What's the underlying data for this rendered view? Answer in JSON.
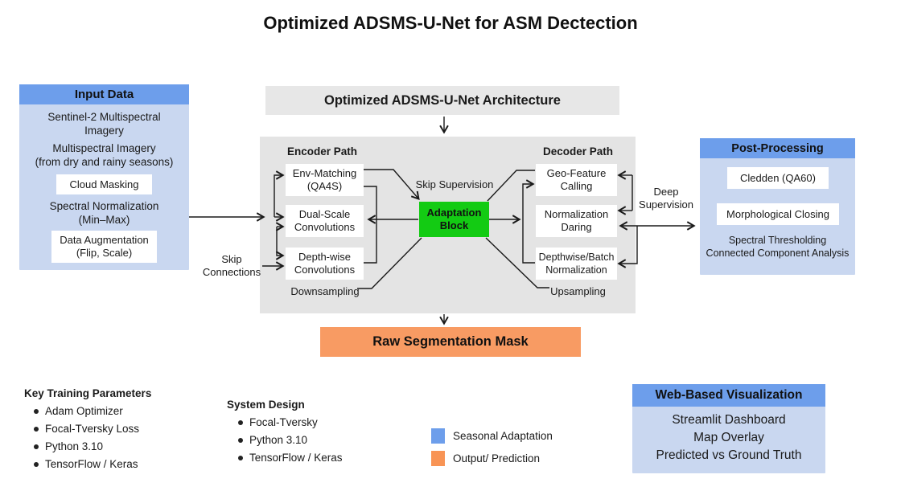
{
  "title": "Optimized ADSMS-U-Net for ASM Dectection",
  "colors": {
    "header_blue": "#6d9eeb",
    "panel_blue": "#c9d7f0",
    "adaptation_green": "#13cb13",
    "output_orange": "#f89b63",
    "panel_gray": "#e4e4e4"
  },
  "input_data": {
    "header": "Input Data",
    "item1": "Sentinel-2 Multispectral\nImagery",
    "item2": "Multispectral Imagery\n(from dry and rainy seasons)",
    "box1": "Cloud Masking",
    "item3": "Spectral Normalization\n(Min–Max)",
    "box2": "Data Augmentation\n(Flip, Scale)"
  },
  "architecture": {
    "header": "Optimized ADSMS-U-Net Architecture",
    "encoder": {
      "title": "Encoder Path",
      "box1": "Env-Matching\n(QA4S)",
      "box2": "Dual-Scale\nConvolutions",
      "box3": "Depth-wise\nConvolutions",
      "footer": "Downsampling"
    },
    "center": {
      "skip_supervision": "Skip Supervision",
      "adaptation_block": "Adaptation\nBlock"
    },
    "decoder": {
      "title": "Decoder Path",
      "box1": "Geo-Feature\nCalling",
      "box2": "Normalization\nDaring",
      "box3": "Depthwise/Batch\nNormalization",
      "footer": "Upsampling"
    }
  },
  "labels": {
    "skip_connections": "Skip\nConnections",
    "deep_supervision": "Deep\nSupervision"
  },
  "post_processing": {
    "header": "Post-Processing",
    "box1": "Cledden (QA60)",
    "box2": "Morphological Closing",
    "item1": "Spectral Thresholding\nConnected Component Analysis"
  },
  "raw_mask": "Raw Segmentation Mask",
  "training_params": {
    "header": "Key Training Parameters",
    "items": [
      "Adam Optimizer",
      "Focal-Tversky Loss",
      "Python 3.10",
      "TensorFlow / Keras"
    ]
  },
  "system_design": {
    "header": "System Design",
    "items": [
      "Focal-Tversky",
      "Python 3.10",
      "TensorFlow / Keras"
    ]
  },
  "legend": {
    "items": [
      {
        "label": "Seasonal Adaptation",
        "color": "#6d9eeb"
      },
      {
        "label": "Output/ Prediction",
        "color": "#f89455"
      }
    ]
  },
  "web_viz": {
    "header": "Web-Based Visualization",
    "items": [
      "Streamlit Dashboard",
      "Map Overlay",
      "Predicted vs Ground Truth"
    ]
  }
}
